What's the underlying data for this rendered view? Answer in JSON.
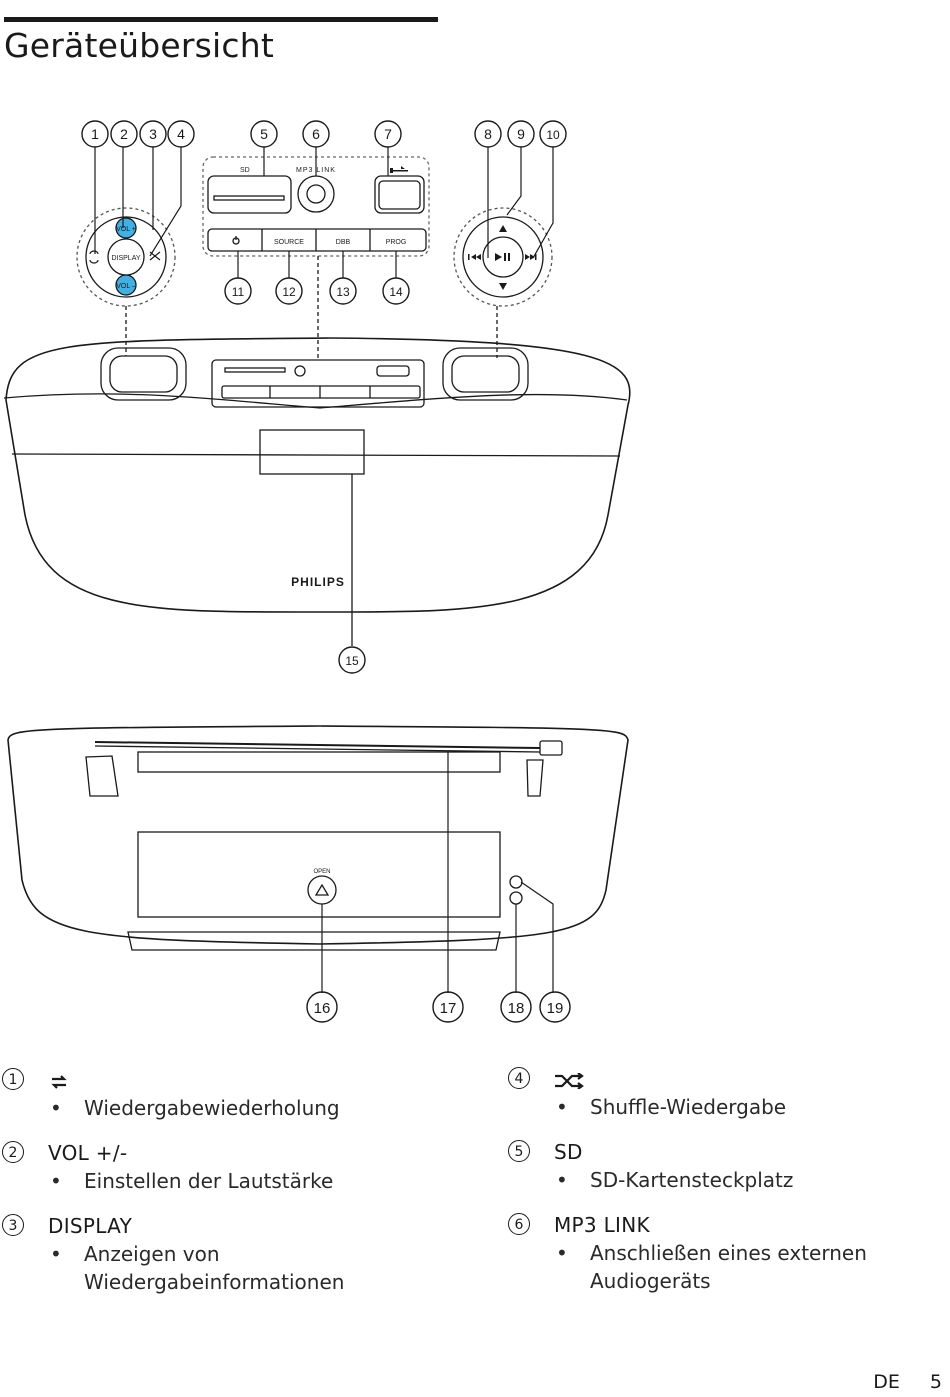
{
  "page": {
    "title": "Geräteübersicht",
    "language": "DE",
    "number": "5"
  },
  "diagram": {
    "control_labels": {
      "display": "DISPLAY",
      "vol_plus": "VOL +",
      "vol_minus": "VOL –",
      "sd": "SD",
      "mp3_link": "MP3 LINK",
      "source": "SOURCE",
      "dbb": "DBB",
      "prog": "PROG",
      "open": "OPEN",
      "brand": "PHILIPS"
    },
    "callouts": [
      "1",
      "2",
      "3",
      "4",
      "5",
      "6",
      "7",
      "8",
      "9",
      "10",
      "11",
      "12",
      "13",
      "14",
      "15",
      "16",
      "17",
      "18",
      "19"
    ]
  },
  "legend": {
    "left": [
      {
        "num": "1",
        "icon": "repeat-icon",
        "label": "",
        "desc": "Wiedergabewiederholung"
      },
      {
        "num": "2",
        "label": "VOL +/-",
        "desc": "Einstellen der Lautstärke"
      },
      {
        "num": "3",
        "label": "DISPLAY",
        "desc": "Anzeigen von Wiedergabeinformationen"
      }
    ],
    "right": [
      {
        "num": "4",
        "icon": "shuffle-icon",
        "label": "",
        "desc": "Shuffle-Wiedergabe"
      },
      {
        "num": "5",
        "label": "SD",
        "desc": "SD-Kartensteckplatz"
      },
      {
        "num": "6",
        "label": "MP3 LINK",
        "desc": "Anschließen eines externen Audiogeräts"
      }
    ]
  }
}
